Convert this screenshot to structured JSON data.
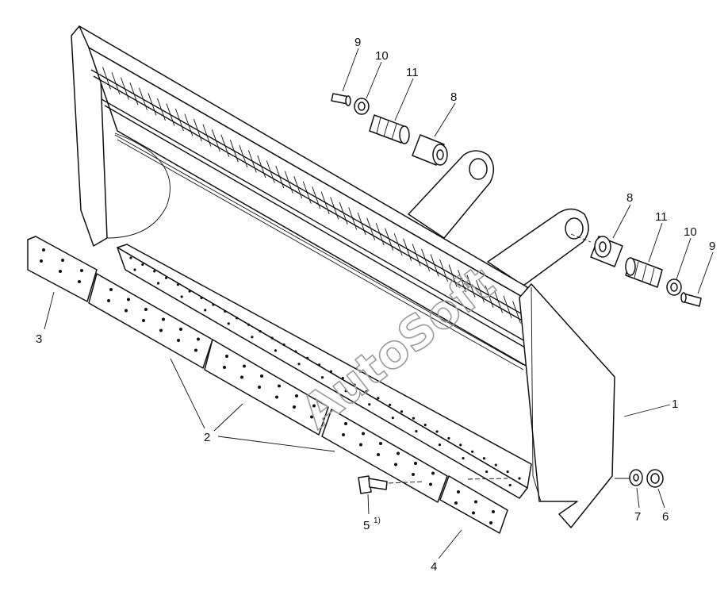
{
  "watermark": "AutoSoft",
  "callouts": [
    {
      "id": "c1",
      "text": "1"
    },
    {
      "id": "c2",
      "text": "2"
    },
    {
      "id": "c3",
      "text": "3"
    },
    {
      "id": "c4",
      "text": "4"
    },
    {
      "id": "c5",
      "text": "5"
    },
    {
      "id": "c5n",
      "text": "1)"
    },
    {
      "id": "c6",
      "text": "6"
    },
    {
      "id": "c7",
      "text": "7"
    },
    {
      "id": "c8a",
      "text": "8"
    },
    {
      "id": "c8b",
      "text": "8"
    },
    {
      "id": "c9a",
      "text": "9"
    },
    {
      "id": "c9b",
      "text": "9"
    },
    {
      "id": "c10a",
      "text": "10"
    },
    {
      "id": "c10b",
      "text": "10"
    },
    {
      "id": "c11a",
      "text": "11"
    },
    {
      "id": "c11b",
      "text": "11"
    }
  ]
}
